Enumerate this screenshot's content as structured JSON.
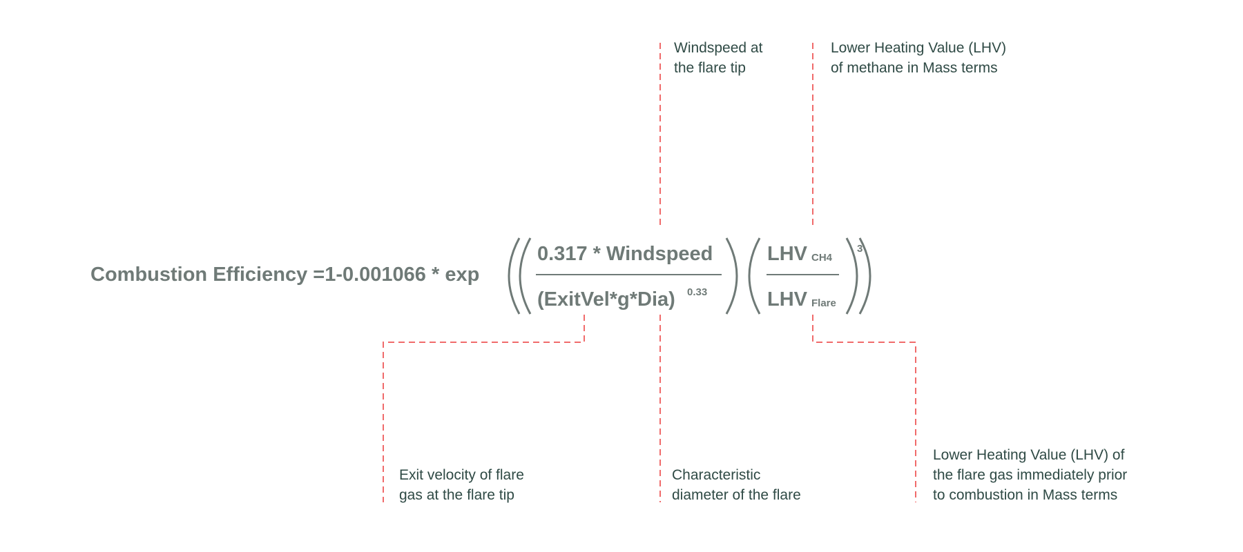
{
  "formula": {
    "lhs": "Combustion Efficiency =1-0.001066 * exp",
    "term1_numerator": "0.317 * Windspeed",
    "term1_denominator": "(ExitVel*g*Dia)",
    "term1_exponent": "0.33",
    "term2_numerator": "LHV",
    "term2_numerator_subscript": "CH4",
    "term2_denominator": "LHV",
    "term2_denominator_subscript": "Flare",
    "term2_exponent": "3"
  },
  "annotations": {
    "windspeed": [
      "Windspeed at",
      "the flare tip"
    ],
    "lhv_methane": [
      "Lower Heating Value (LHV)",
      "of methane in Mass terms"
    ],
    "exit_velocity": [
      "Exit velocity of flare",
      "gas at the flare tip"
    ],
    "diameter": [
      "Characteristic",
      "diameter of the flare"
    ],
    "lhv_flare": [
      "Lower Heating Value (LHV) of",
      "the flare gas immediately prior",
      "to combustion in Mass terms"
    ]
  },
  "colors": {
    "formula_text": "#6f7a77",
    "annotation_text": "#2f4a45",
    "leader_lines": "#f06a6a"
  }
}
